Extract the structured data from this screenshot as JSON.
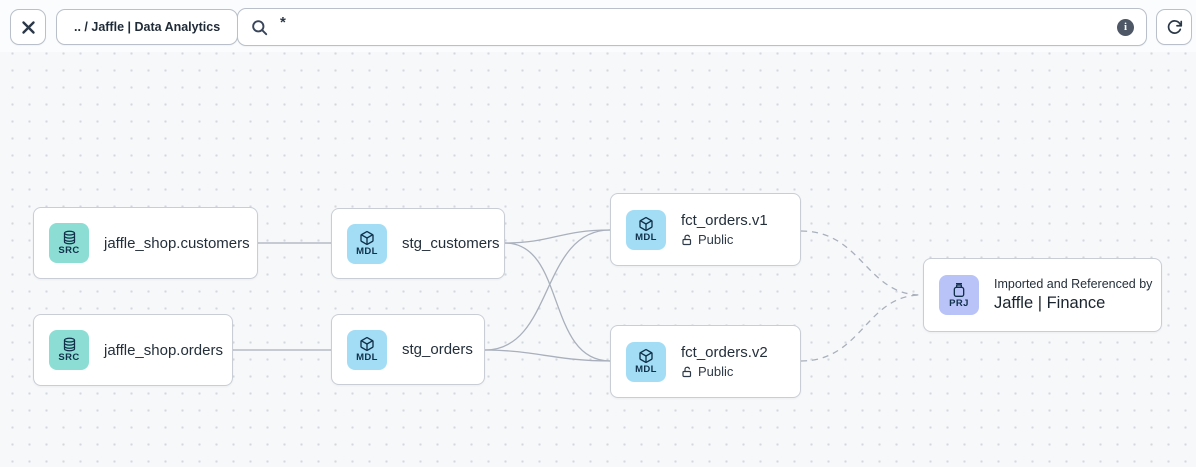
{
  "toolbar": {
    "breadcrumb": ".. / Jaffle | Data Analytics",
    "search_value": "*",
    "info_glyph": "i"
  },
  "icons": {
    "close": "x-mark",
    "search": "magnifier",
    "info": "filled-circle-i",
    "refresh": "clockwise-arrow",
    "src": "database-cylinder",
    "mdl": "cube",
    "prj": "jar",
    "access": "unlocked-padlock"
  },
  "colors": {
    "src_badge": "#8cded4",
    "mdl_badge": "#a3ddf5",
    "prj_badge": "#b9c3f8",
    "canvas_bg": "#f7f8fa",
    "edge": "#a9b0bc",
    "node_border": "#c9ced6"
  },
  "nodes": {
    "src_customers": {
      "badge": "SRC",
      "label": "jaffle_shop.customers"
    },
    "src_orders": {
      "badge": "SRC",
      "label": "jaffle_shop.orders"
    },
    "stg_customers": {
      "badge": "MDL",
      "label": "stg_customers"
    },
    "stg_orders": {
      "badge": "MDL",
      "label": "stg_orders"
    },
    "fct_orders_v1": {
      "badge": "MDL",
      "label": "fct_orders.v1",
      "access": "Public"
    },
    "fct_orders_v2": {
      "badge": "MDL",
      "label": "fct_orders.v2",
      "access": "Public"
    },
    "project": {
      "badge": "PRJ",
      "line1": "Imported and Referenced by",
      "line2": "Jaffle | Finance"
    }
  },
  "edges": [
    {
      "from": "src_customers",
      "to": "stg_customers",
      "style": "solid"
    },
    {
      "from": "src_orders",
      "to": "stg_orders",
      "style": "solid"
    },
    {
      "from": "stg_customers",
      "to": "fct_orders_v1",
      "style": "solid"
    },
    {
      "from": "stg_customers",
      "to": "fct_orders_v2",
      "style": "solid"
    },
    {
      "from": "stg_orders",
      "to": "fct_orders_v1",
      "style": "solid"
    },
    {
      "from": "stg_orders",
      "to": "fct_orders_v2",
      "style": "solid"
    },
    {
      "from": "fct_orders_v1",
      "to": "project",
      "style": "dashed"
    },
    {
      "from": "fct_orders_v2",
      "to": "project",
      "style": "dashed"
    }
  ]
}
